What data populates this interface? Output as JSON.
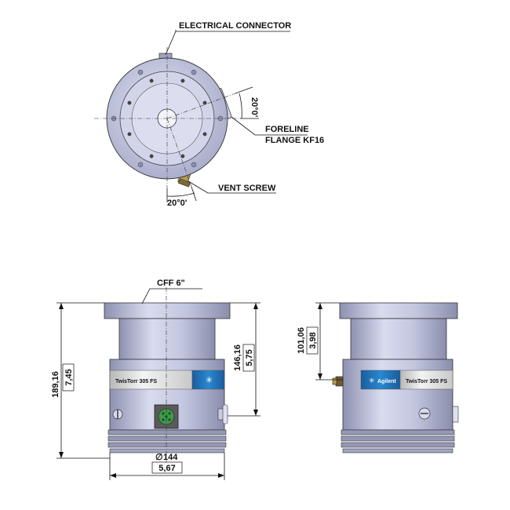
{
  "top_view": {
    "electrical_connector": "ELECTRICAL CONNECTOR",
    "foreline_line1": "FORELINE",
    "foreline_line2": "FLANGE KF16",
    "vent_screw": "VENT SCREW",
    "angle_right": "20°0'",
    "angle_bottom": "20°0'"
  },
  "front_view": {
    "cff_label": "CFF 6\"",
    "height_total_mm": "189,16",
    "height_total_in": "7,45",
    "height_body_mm": "146,16",
    "height_body_in": "5,75",
    "diameter_mm": "144",
    "diameter_in": "5,67",
    "diameter_symbol": "∅",
    "label_text": "TwisTorr 305 FS"
  },
  "side_view": {
    "height_mm": "101,06",
    "height_in": "3,98",
    "brand_text": "Agilent",
    "label_text": "TwisTorr 305 FS"
  },
  "colors": {
    "body_metal": "#b9bdd8",
    "label_blue": "#1d6fb8",
    "connector_green": "#3c9a4a"
  }
}
